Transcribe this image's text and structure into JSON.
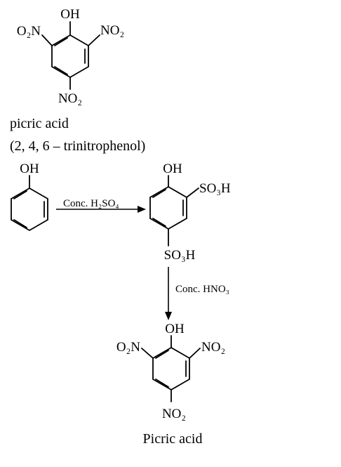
{
  "top_structure": {
    "substituents": {
      "oh": "OH",
      "o2n_left": "O₂N",
      "no2_right": "NO₂",
      "no2_bottom": "NO₂"
    },
    "name": "picric acid",
    "systematic_name": "(2, 4, 6 – trinitrophenol)"
  },
  "scheme": {
    "phenol": {
      "oh": "OH"
    },
    "step1_reagent": "Conc. H₂SO₄",
    "sulfonic": {
      "oh": "OH",
      "so3h_right": "SO₃H",
      "so3h_bottom": "SO₃H"
    },
    "step2_reagent": "Conc. HNO₃",
    "product": {
      "oh": "OH",
      "o2n_left": "O₂N",
      "no2_right": "NO₂",
      "no2_bottom": "NO₂",
      "name": "Picric acid"
    }
  }
}
